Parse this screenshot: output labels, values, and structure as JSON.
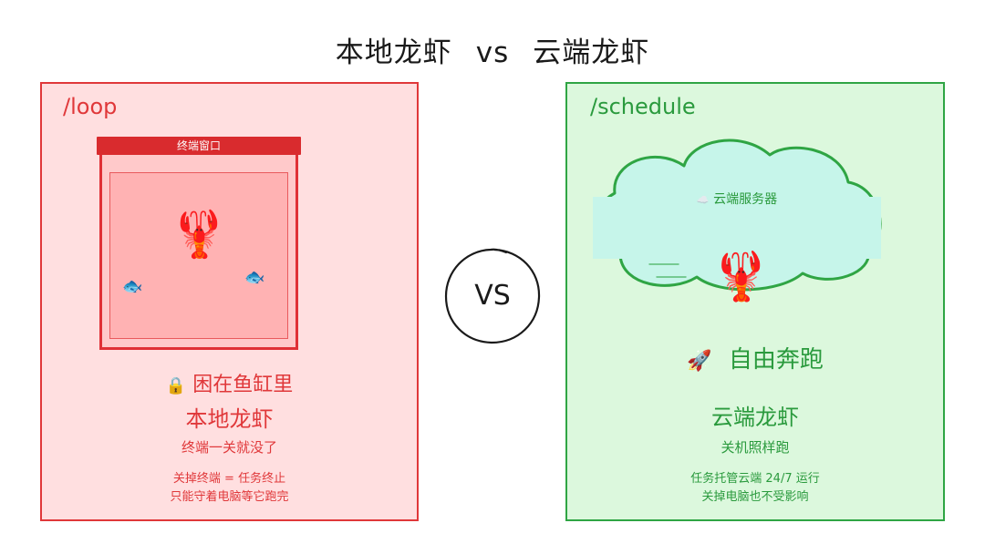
{
  "title": {
    "left": "本地龙虾",
    "vs": "vs",
    "right": "云端龙虾"
  },
  "left_panel": {
    "command": "/loop",
    "terminal_title": "终端窗口",
    "lobster_icon": "🦞",
    "fish_icon": "🐟",
    "lock_icon": "🔒",
    "status": "困在鱼缸里",
    "name": "本地龙虾",
    "subtitle": "终端一关就没了",
    "note_line1": "关掉终端 = 任务终止",
    "note_line2": "只能守着电脑等它跑完",
    "accent_color": "#e0383a"
  },
  "vs_badge": "VS",
  "right_panel": {
    "command": "/schedule",
    "cloud_icon": "☁️",
    "cloud_label": "云端服务器",
    "lobster_icon": "🦞",
    "rocket_icon": "🚀",
    "status": "自由奔跑",
    "name": "云端龙虾",
    "subtitle": "关机照样跑",
    "note_line1": "任务托管云端 24/7 运行",
    "note_line2": "关掉电脑也不受影响",
    "accent_color": "#2fa544"
  }
}
